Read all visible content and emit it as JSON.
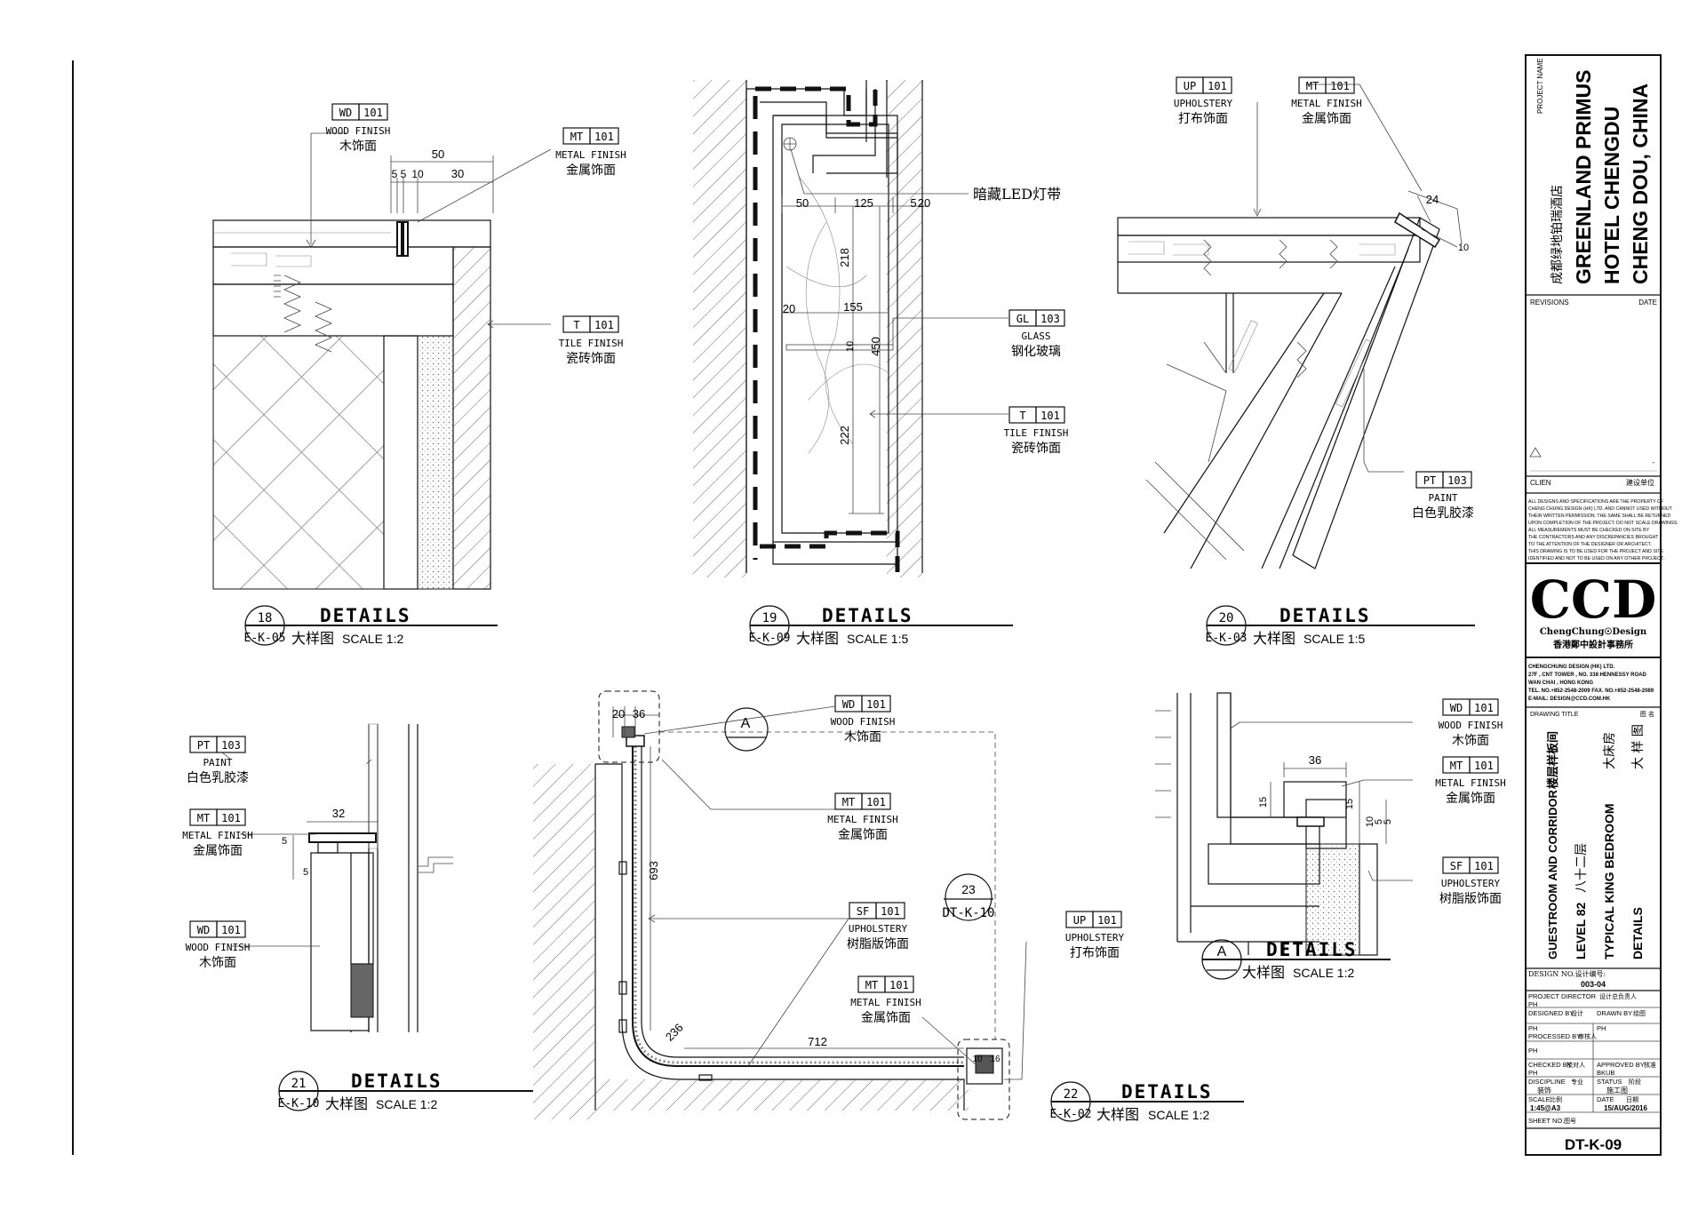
{
  "project": {
    "label": "PROJECT NAME",
    "name_cn": "成都绿地铂瑞酒店",
    "name_line1": "GREENLAND PRIMUS",
    "name_line2": "HOTEL CHENGDU",
    "name_line3": "CHENG DOU, CHINA",
    "revisions": "REVISIONS",
    "date": "DATE"
  },
  "client": {
    "label": "CLIEN",
    "cn": "建设单位",
    "dash": "-"
  },
  "disclaimer": [
    "ALL DESIGNS AND SPECIFICATIONS ARE THE PROPERTY OF",
    "CHENG CHUNG DESIGN (HK) LTD. AND CANNOT USED WITHOUT",
    "THEIR WRITTEN PERMISSION. THE SAME SHALL BE RETURNED",
    "UPON COMPLETION OF THE PROJECT. DO NOT SCALE DRAWINGS.",
    "ALL MEASUREMENTS MUST BE CHECKED ON SITE BY",
    "THE CONTRACTORS AND ANY DISCREPANCIES BROUGHT",
    "TO THE ATTENTION OF THE DESIGNER OR ARCHITECT.",
    "THIS DRAWING IS TO BE USED FOR THE PROJECT AND SITE",
    "IDENTIFIED AND NOT TO BE USED ON ANY OTHER PROJECT."
  ],
  "company": {
    "logo": "CCD",
    "sub": "ChengChung☉Design",
    "cn": "香港鄭中設計事務所",
    "addr": [
      "CHENGCHUNG DESIGN (HK) LTD.",
      "27F , CNT TOWER , NO. 338 HENNESSY ROAD",
      "WAN CHAI , HONG KONG",
      "TEL. NO.+852-2548-2009   FAX. NO.+852-2548-2089",
      "E-MAIL: DESIGN@CCD.COM.HK"
    ]
  },
  "drawing_title": {
    "label": "DRAWING TITLE",
    "cn": "图 名",
    "line1": "GUESTROOM AND CORRIDOR",
    "line1_cn": "楼层样板间",
    "line2": "LEVEL 82",
    "line2_cn": "八十二层",
    "line3": "TYPICAL KING BEDROOM",
    "line3_cn": "大床房",
    "line4": "DETAILS",
    "line4_cn": "大 样 图"
  },
  "info": {
    "design_no_label": "DESIGN NO.设计编号:",
    "design_no": "003-04",
    "director_label": "PROJECT DIRECTOR",
    "director_cn": "设计总负责人",
    "director": "PH",
    "designed_label": "DESIGNED BY",
    "designed_cn": "设计",
    "designed": "PH",
    "drawn_label": "DRAWN BY",
    "drawn_cn": "绘图",
    "drawn": "PH",
    "processed_label": "PROCESSED BY",
    "processed_cn": "审核人",
    "processed": "PH",
    "checked_label": "CHECKED BY",
    "checked_cn": "校对人",
    "checked": "PH",
    "approved_label": "APPROVED BY",
    "approved_cn": "核准",
    "approved": "BKUB",
    "discipline_label": "DISCIPLINE",
    "discipline_cn": "专业",
    "discipline": "装饰",
    "status_label": "STATUS",
    "status_cn": "阶段",
    "status": "施工图",
    "scale_label": "SCALE",
    "scale_cn": "比例",
    "scale": "1:45@A3",
    "date_label": "DATE",
    "date_cn": "日期",
    "date": "15/AUG/2016",
    "sheet_label": "SHEET NO.",
    "sheet_cn": "图号",
    "sheet": "DT-K-09"
  },
  "tags": {
    "wd": {
      "code": "WD",
      "num": "101",
      "en": "WOOD FINISH",
      "cn": "木饰面"
    },
    "mt": {
      "code": "MT",
      "num": "101",
      "en": "METAL FINISH",
      "cn": "金属饰面"
    },
    "t": {
      "code": "T",
      "num": "101",
      "en": "TILE FINISH",
      "cn": "瓷砖饰面"
    },
    "gl": {
      "code": "GL",
      "num": "103",
      "en": "GLASS",
      "cn": "钢化玻璃"
    },
    "up": {
      "code": "UP",
      "num": "101",
      "en": "UPHOLSTERY",
      "cn": "打布饰面"
    },
    "pt": {
      "code": "PT",
      "num": "103",
      "en": "PAINT",
      "cn": "白色乳胶漆"
    },
    "sf": {
      "code": "SF",
      "num": "101",
      "en": "UPHOLSTERY",
      "cn": "树脂版饰面"
    }
  },
  "led_label": "暗藏LED灯带",
  "details": [
    {
      "num": "18",
      "ref": "E-K-05",
      "title": "DETAILS",
      "cn": "大样图",
      "scale": "SCALE  1:2"
    },
    {
      "num": "19",
      "ref": "E-K-09",
      "title": "DETAILS",
      "cn": "大样图",
      "scale": "SCALE  1:5"
    },
    {
      "num": "20",
      "ref": "E-K-03",
      "title": "DETAILS",
      "cn": "大样图",
      "scale": "SCALE  1:5"
    },
    {
      "num": "21",
      "ref": "E-K-10",
      "title": "DETAILS",
      "cn": "大样图",
      "scale": "SCALE  1:2"
    },
    {
      "num": "22",
      "ref": "E-K-02",
      "title": "DETAILS",
      "cn": "大样图",
      "scale": "SCALE  1:2"
    },
    {
      "num": "A",
      "ref": "",
      "title": "DETAILS",
      "cn": "大样图",
      "scale": "SCALE  1:2"
    }
  ],
  "callouts": {
    "a": "A",
    "c23_num": "23",
    "c23_ref": "DT-K-10"
  },
  "dims": {
    "d18": [
      "50",
      "5",
      "5",
      "10",
      "30"
    ],
    "d19": [
      "50",
      "125",
      "5",
      "20",
      "218",
      "20",
      "155",
      "450",
      "222",
      "10"
    ],
    "d20": [
      "24",
      "10"
    ],
    "d21": [
      "32",
      "5",
      "5"
    ],
    "d22": [
      "20",
      "36",
      "693",
      "236",
      "712",
      "10",
      "16"
    ],
    "dA": [
      "36",
      "15",
      "10",
      "5",
      "5",
      "15"
    ]
  }
}
